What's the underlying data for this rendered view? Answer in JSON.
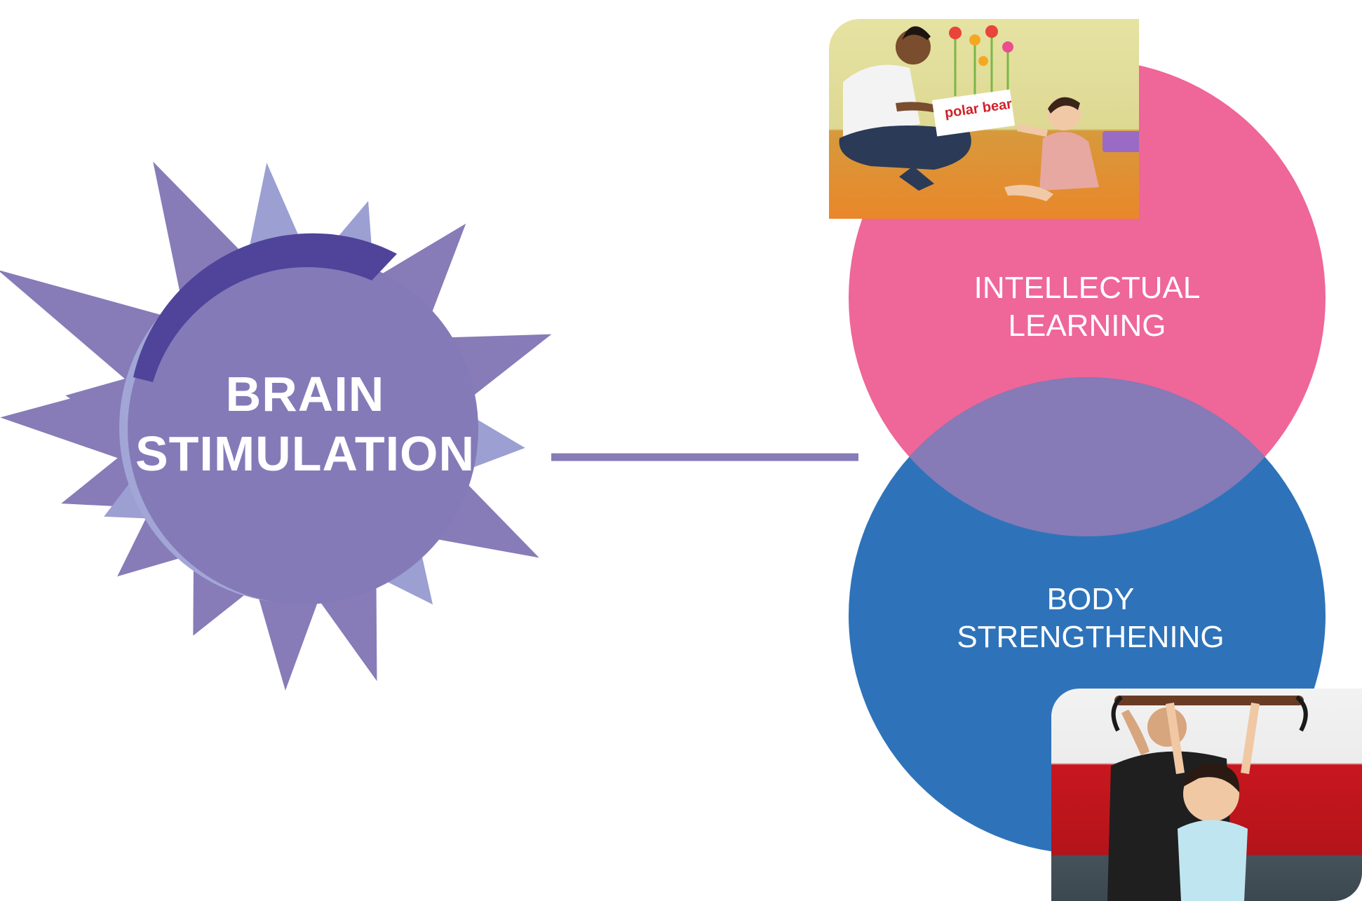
{
  "colors": {
    "sun_rays": "#877bb8",
    "sun_rays_light": "#9b9fd2",
    "sun_core": "#857ab8",
    "sun_arc": "#4f449a",
    "connector": "#877bb8",
    "intellectual_circle": "#ef6699",
    "body_circle": "#2e73ba",
    "overlap": "#867ab7",
    "label_text": "#ffffff"
  },
  "center": {
    "title_line1": "BRAIN",
    "title_line2": "STIMULATION"
  },
  "nodes": [
    {
      "id": "intellectual",
      "line1": "INTELLECTUAL",
      "line2": "LEARNING",
      "photo": "teacher-showing-flashcard-to-baby",
      "photo_card_text": "polar bear"
    },
    {
      "id": "body",
      "line1": "BODY",
      "line2": "STRENGTHENING",
      "photo": "baby-hanging-from-bar"
    }
  ]
}
